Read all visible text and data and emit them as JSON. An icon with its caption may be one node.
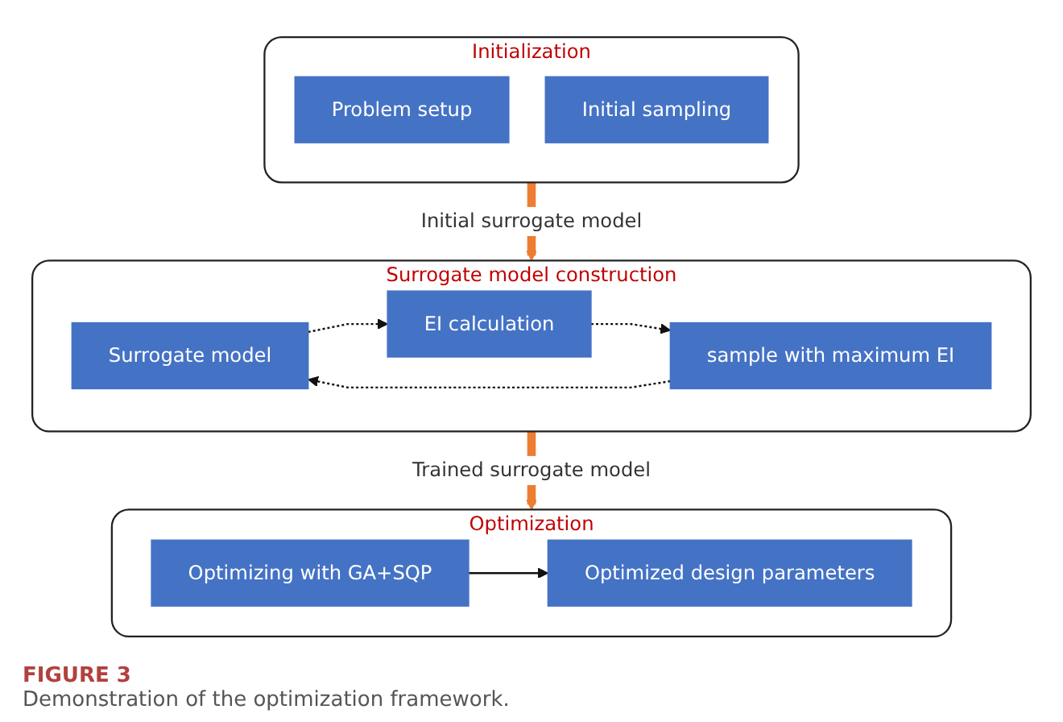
{
  "diagram": {
    "caption": "Demonstration of the optimization framework.",
    "nodes": [
      {
        "text": [
          "Initialization"
        ]
      },
      {
        "text": [
          "Problem setup"
        ],
        "in": 0
      },
      {
        "text": [
          "Initial sampling"
        ],
        "in": 0
      },
      {
        "text": [
          "Surrogate model construction"
        ]
      },
      {
        "text": [
          "Surrogate model"
        ],
        "in": 3
      },
      {
        "text": [
          "EI calculation"
        ],
        "in": 3
      },
      {
        "text": [
          "sample with maximum EI"
        ],
        "in": 3
      },
      {
        "text": [
          "Optimization"
        ]
      },
      {
        "text": [
          "Optimizing with GA+SQP"
        ],
        "in": 7
      },
      {
        "text": [
          "Optimized design parameters"
        ],
        "in": 7
      }
    ],
    "edges": [
      {
        "from": 0,
        "to": 3,
        "arrow": "to",
        "label": "Initial surrogate model",
        "style": "thick",
        "color": "#ed7d31"
      },
      {
        "from": 3,
        "to": 7,
        "arrow": "to",
        "label": "Trained surrogate model",
        "style": "thick",
        "color": "#ed7d31"
      },
      {
        "from": 4,
        "to": 5,
        "arrow": "to",
        "style": "dashed"
      },
      {
        "from": 5,
        "to": 6,
        "arrow": "to",
        "style": "dashed"
      },
      {
        "from": 6,
        "to": 4,
        "arrow": "to",
        "style": "dashed"
      },
      {
        "from": 8,
        "to": 9,
        "arrow": "to"
      }
    ],
    "labels": [
      "FIGURE 3"
    ]
  }
}
